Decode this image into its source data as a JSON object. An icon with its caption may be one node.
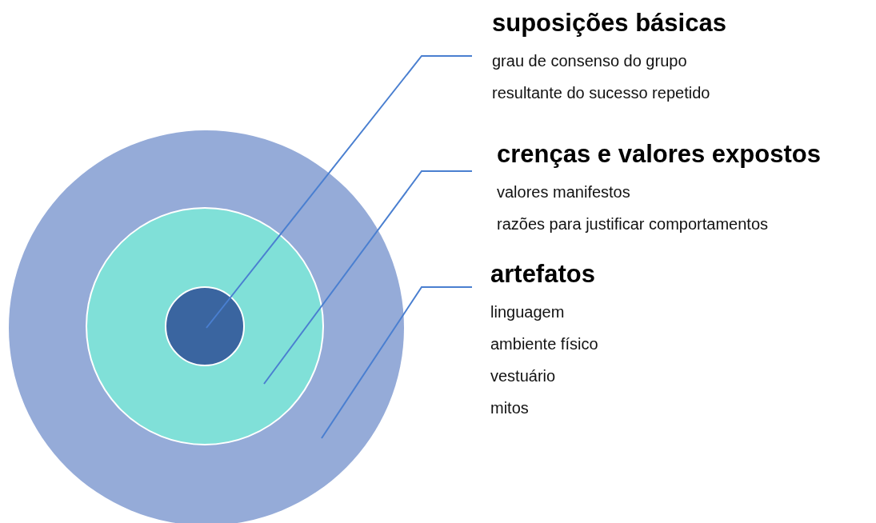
{
  "diagram": {
    "nodes": [
      {
        "text": [],
        "shape": "circle"
      },
      {
        "text": [],
        "shape": "circle",
        "in": 0
      },
      {
        "text": [],
        "shape": "circle",
        "in": 1
      },
      {
        "text": [
          "suposições básicas",
          "grau de consenso do grupo",
          "resultante do sucesso repetido"
        ]
      },
      {
        "text": [
          "crenças e valores expostos",
          "valores manifestos",
          "razões para justificar comportamentos"
        ]
      },
      {
        "text": [
          "artefatos",
          "linguagem",
          "ambiente físico",
          "vestuário",
          "mitos"
        ]
      }
    ],
    "edges": [
      {
        "from": 3,
        "to": 2,
        "arrow": "none"
      },
      {
        "from": 4,
        "to": 1,
        "arrow": "none"
      },
      {
        "from": 5,
        "to": 0,
        "arrow": "none"
      }
    ]
  }
}
